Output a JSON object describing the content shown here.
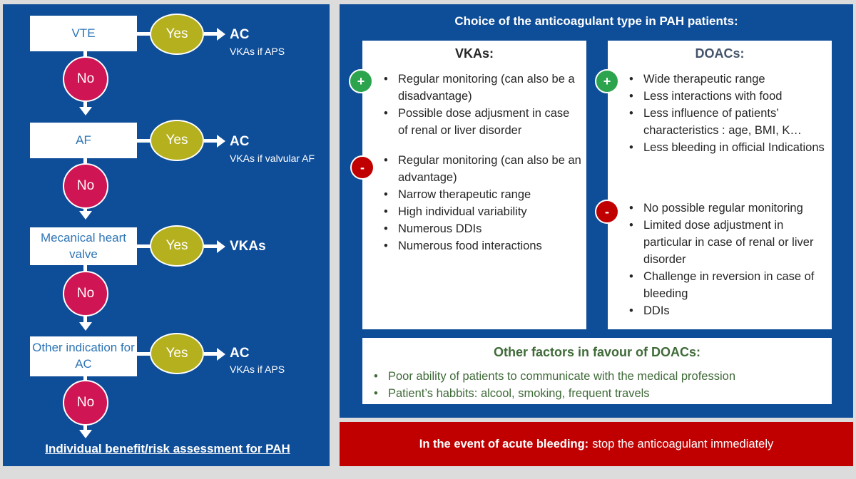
{
  "flow": {
    "steps": [
      {
        "question": "VTE",
        "no": "No",
        "yes": "Yes",
        "outcome": "AC",
        "note": "VKAs if APS"
      },
      {
        "question": "AF",
        "no": "No",
        "yes": "Yes",
        "outcome": "AC",
        "note": "VKAs if valvular AF"
      },
      {
        "question": "Mecanical heart valve",
        "no": "No",
        "yes": "Yes",
        "outcome": "VKAs",
        "note": ""
      },
      {
        "question": "Other indication for AC",
        "no": "No",
        "yes": "Yes",
        "outcome": "AC",
        "note": "VKAs if APS"
      }
    ],
    "final": "Individual benefit/risk assessment for PAH"
  },
  "right": {
    "title": "Choice of the anticoagulant type in PAH patients:",
    "plus_sign": "+",
    "minus_sign": "-",
    "vkas": {
      "title": "VKAs:",
      "pros": [
        "Regular monitoring (can also be a disadvantage)",
        "Possible dose adjusment in case of renal or liver disorder"
      ],
      "cons": [
        "Regular monitoring (can also be an advantage)",
        "Narrow therapeutic range",
        "High individual variability",
        "Numerous DDIs",
        "Numerous food interactions"
      ]
    },
    "doacs": {
      "title": "DOACs:",
      "pros": [
        "Wide therapeutic range",
        "Less interactions with food",
        "Less influence of patients’ characteristics : age, BMI, K…",
        "Less bleeding in official Indications"
      ],
      "cons": [
        "No possible regular monitoring",
        "Limited dose adjustment in particular in case of renal or liver disorder",
        "Challenge in reversion in case of bleeding",
        "DDIs"
      ]
    },
    "other": {
      "title": "Other factors in favour of DOACs:",
      "items": [
        "Poor ability of patients to communicate with the medical profession",
        "Patient’s habbits: alcool, smoking, frequent travels"
      ]
    },
    "bleeding": {
      "bold": "In the event of acute bleeding:",
      "rest": "stop the anticoagulant immediately"
    }
  },
  "colors": {
    "panel_blue": "#0e4d98",
    "no_red": "#cf1553",
    "yes_olive": "#b5b01e",
    "plus_green": "#2ca44e",
    "minus_red": "#c00000",
    "other_green": "#3f6a38"
  }
}
